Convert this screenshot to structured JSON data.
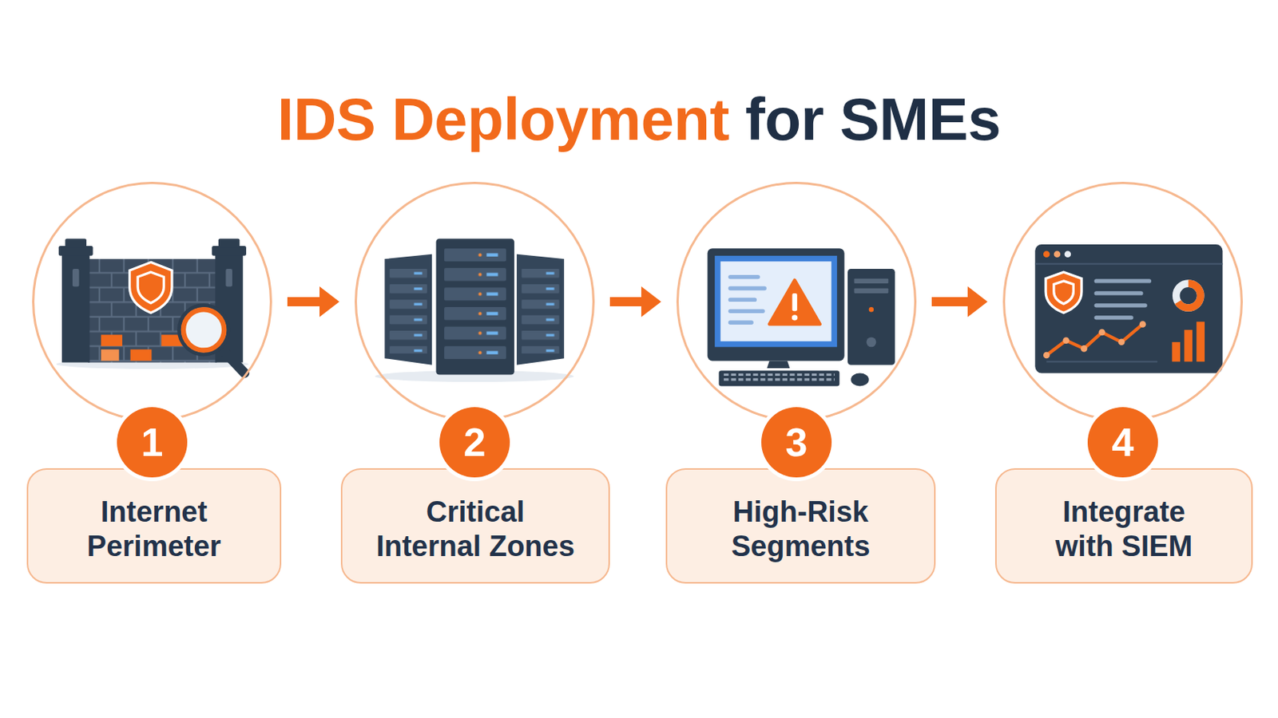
{
  "diagram": {
    "title": "IDS Deployment for SMEs",
    "nodes": [
      {
        "text": [
          "1"
        ]
      },
      {
        "text": [
          "Internet Perimeter"
        ]
      },
      {
        "text": [
          "2"
        ]
      },
      {
        "text": [
          "Critical Internal Zones"
        ]
      },
      {
        "text": [
          "3"
        ]
      },
      {
        "text": [
          "High-Risk Segments"
        ]
      },
      {
        "text": [
          "4"
        ]
      },
      {
        "text": [
          "Integrate with SIEM"
        ]
      }
    ],
    "edges": [
      {
        "from": 0,
        "to": 2,
        "arrow": "to"
      },
      {
        "from": 2,
        "to": 4,
        "arrow": "to"
      },
      {
        "from": 4,
        "to": 6,
        "arrow": "to"
      }
    ]
  }
}
